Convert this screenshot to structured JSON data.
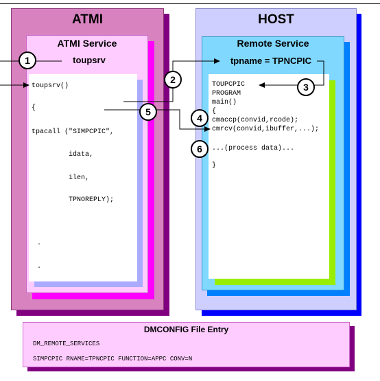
{
  "atmi": {
    "title": "ATMI",
    "service_title": "ATMI Service",
    "service_name": "toupsrv",
    "code": {
      "line1": "toupsrv()",
      "line2": "{",
      "line3": "tpacall (\"SIMPCPIC\",",
      "line4": "idata,",
      "line5": "ilen,",
      "line6": "TPNOREPLY);",
      "line7": ".",
      "line8": "."
    }
  },
  "host": {
    "title": "HOST",
    "service_title": "Remote Service",
    "tpname_label": "tpname = TPNCPIC",
    "code": {
      "line1": "TOUPCPIC",
      "line2": "PROGRAM",
      "line3": "main()",
      "line4": "{",
      "line5": "cmaccp(convid,rcode);",
      "line6": "cmrcv(convid,ibuffer,...);",
      "line7": "...(process data)...",
      "line8": "}"
    }
  },
  "steps": [
    "1",
    "2",
    "3",
    "4",
    "5",
    "6"
  ],
  "dmconfig": {
    "title": "DMCONFIG File Entry",
    "line1": "DM_REMOTE_SERVICES",
    "line2": "SIMPCPIC RNAME=TPNCPIC FUNCTION=APPC CONV=N"
  },
  "colors": {
    "atmi_outer": "#d883c0",
    "atmi_outer_shadow": "#800080",
    "atmi_service_bg": "#ffccff",
    "atmi_service_shadow": "#ff00ff",
    "atmi_code_shadow": "#aaaaff",
    "host_outer": "#cfcfff",
    "host_outer_shadow": "#0000ff",
    "host_service_bg": "#80d8ff",
    "host_service_shadow": "#0080ff",
    "host_code_shadow": "#99ee00",
    "dmconfig_bg": "#ffccff",
    "dmconfig_shadow": "#800080"
  }
}
